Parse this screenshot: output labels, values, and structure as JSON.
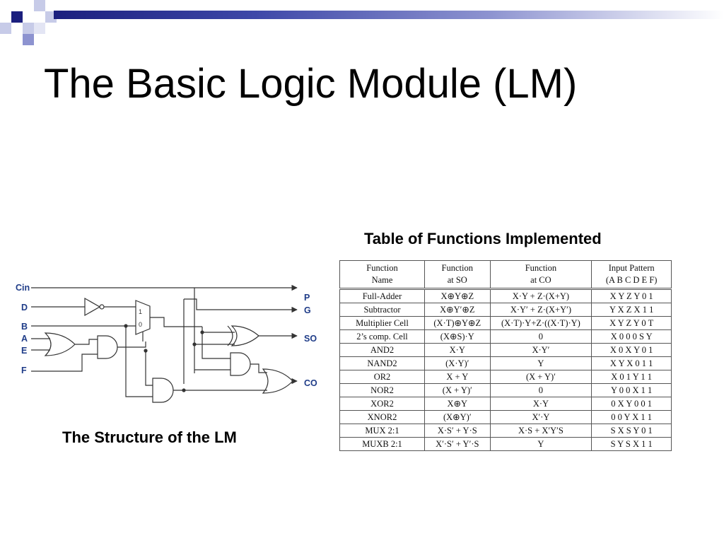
{
  "slide": {
    "title": "The Basic Logic Module (LM)",
    "circuit_caption": "The Structure of the LM",
    "table_caption": "Table of Functions Implemented",
    "colors": {
      "accent_dark": "#1b1f7e",
      "accent_mid": "#3e48a8",
      "accent_light": "#8d93d0",
      "label_blue": "#1f3c88"
    }
  },
  "circuit": {
    "inputs": {
      "cin": "Cin",
      "d": "D",
      "b": "B",
      "a": "A",
      "e": "E",
      "f": "F"
    },
    "outputs": {
      "p": "P",
      "g": "G",
      "so": "SO",
      "co": "CO"
    },
    "mux_labels": {
      "one": "1",
      "zero": "0"
    }
  },
  "table": {
    "headers": [
      [
        "Function",
        "Name"
      ],
      [
        "Function",
        "at SO"
      ],
      [
        "Function",
        "at CO"
      ],
      [
        "Input Pattern",
        "(A B C D E F)"
      ]
    ],
    "rows": [
      [
        "Full-Adder",
        "X⊕Y⊕Z",
        "X·Y + Z·(X+Y)",
        "X Y Z Y 0 1"
      ],
      [
        "Subtractor",
        "X⊕Y′⊕Z",
        "X·Y′ + Z·(X+Y′)",
        "Y X Z X 1 1"
      ],
      [
        "Multiplier Cell",
        "(X·T)⊕Y⊕Z",
        "(X·T)·Y+Z·((X·T)·Y)",
        "X Y Z Y 0 T"
      ],
      [
        "2’s comp. Cell",
        "(X⊕S)·Y",
        "0",
        "X 0 0 0 S Y"
      ],
      [
        "AND2",
        "X·Y",
        "X·Y′",
        "X 0 X Y 0 1"
      ],
      [
        "NAND2",
        "(X·Y)′",
        "Y",
        "X Y X 0 1 1"
      ],
      [
        "OR2",
        "X + Y",
        "(X + Y)′",
        "X 0 1 Y 1 1"
      ],
      [
        "NOR2",
        "(X + Y)′",
        "0",
        "Y 0 0 X 1 1"
      ],
      [
        "XOR2",
        "X⊕Y",
        "X·Y",
        "0 X Y 0 0 1"
      ],
      [
        "XNOR2",
        "(X⊕Y)′",
        "X′·Y",
        "0 0 Y X 1 1"
      ],
      [
        "MUX 2:1",
        "X·S′ + Y·S",
        "X·S + X′Y′S",
        "S X S Y 0 1"
      ],
      [
        "MUXB 2:1",
        "X′·S′ + Y′·S",
        "Y",
        "S Y S X 1 1"
      ]
    ]
  }
}
